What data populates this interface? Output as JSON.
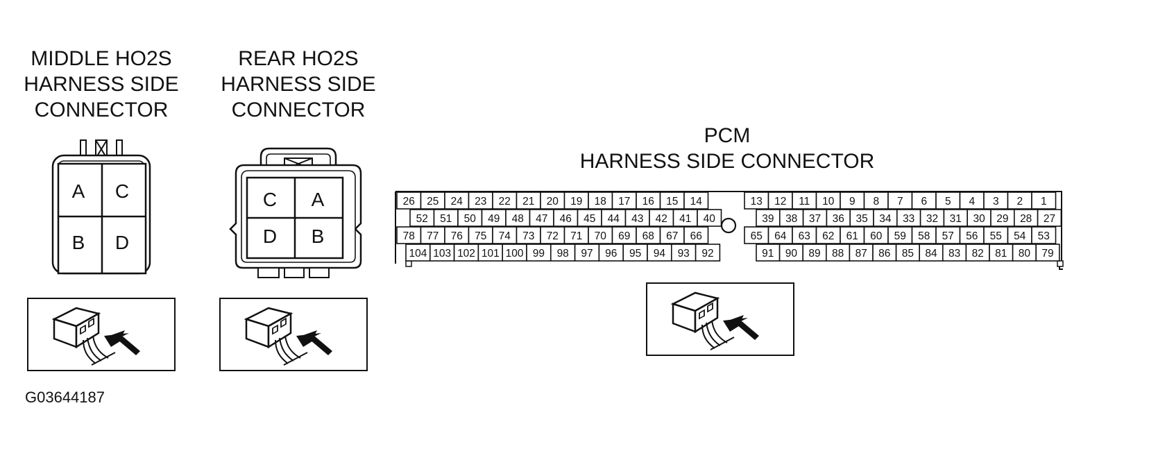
{
  "middle_connector": {
    "title": [
      "MIDDLE HO2S",
      "HARNESS SIDE",
      "CONNECTOR"
    ],
    "pins": [
      "A",
      "C",
      "B",
      "D"
    ]
  },
  "rear_connector": {
    "title": [
      "REAR HO2S",
      "HARNESS SIDE",
      "CONNECTOR"
    ],
    "pins": [
      "C",
      "A",
      "D",
      "B"
    ]
  },
  "pcm_connector": {
    "title": [
      "PCM",
      "HARNESS SIDE CONNECTOR"
    ],
    "rows": [
      {
        "left": [
          "26",
          "25",
          "24",
          "23",
          "22",
          "21",
          "20",
          "19",
          "18",
          "17",
          "16",
          "15",
          "14"
        ],
        "right": [
          "13",
          "12",
          "11",
          "10",
          "9",
          "8",
          "7",
          "6",
          "5",
          "4",
          "3",
          "2",
          "1"
        ]
      },
      {
        "left": [
          "52",
          "51",
          "50",
          "49",
          "48",
          "47",
          "46",
          "45",
          "44",
          "43",
          "42",
          "41",
          "40"
        ],
        "right": [
          "39",
          "38",
          "37",
          "36",
          "35",
          "34",
          "33",
          "32",
          "31",
          "30",
          "29",
          "28",
          "27"
        ]
      },
      {
        "left": [
          "78",
          "77",
          "76",
          "75",
          "74",
          "73",
          "72",
          "71",
          "70",
          "69",
          "68",
          "67",
          "66"
        ],
        "right": [
          "65",
          "64",
          "63",
          "62",
          "61",
          "60",
          "59",
          "58",
          "57",
          "56",
          "55",
          "54",
          "53"
        ]
      },
      {
        "left": [
          "104",
          "103",
          "102",
          "101",
          "100",
          "99",
          "98",
          "97",
          "96",
          "95",
          "94",
          "93",
          "92"
        ],
        "right": [
          "91",
          "90",
          "89",
          "88",
          "87",
          "86",
          "85",
          "84",
          "83",
          "82",
          "81",
          "80",
          "79"
        ]
      }
    ]
  },
  "figure_code": "G03644187"
}
